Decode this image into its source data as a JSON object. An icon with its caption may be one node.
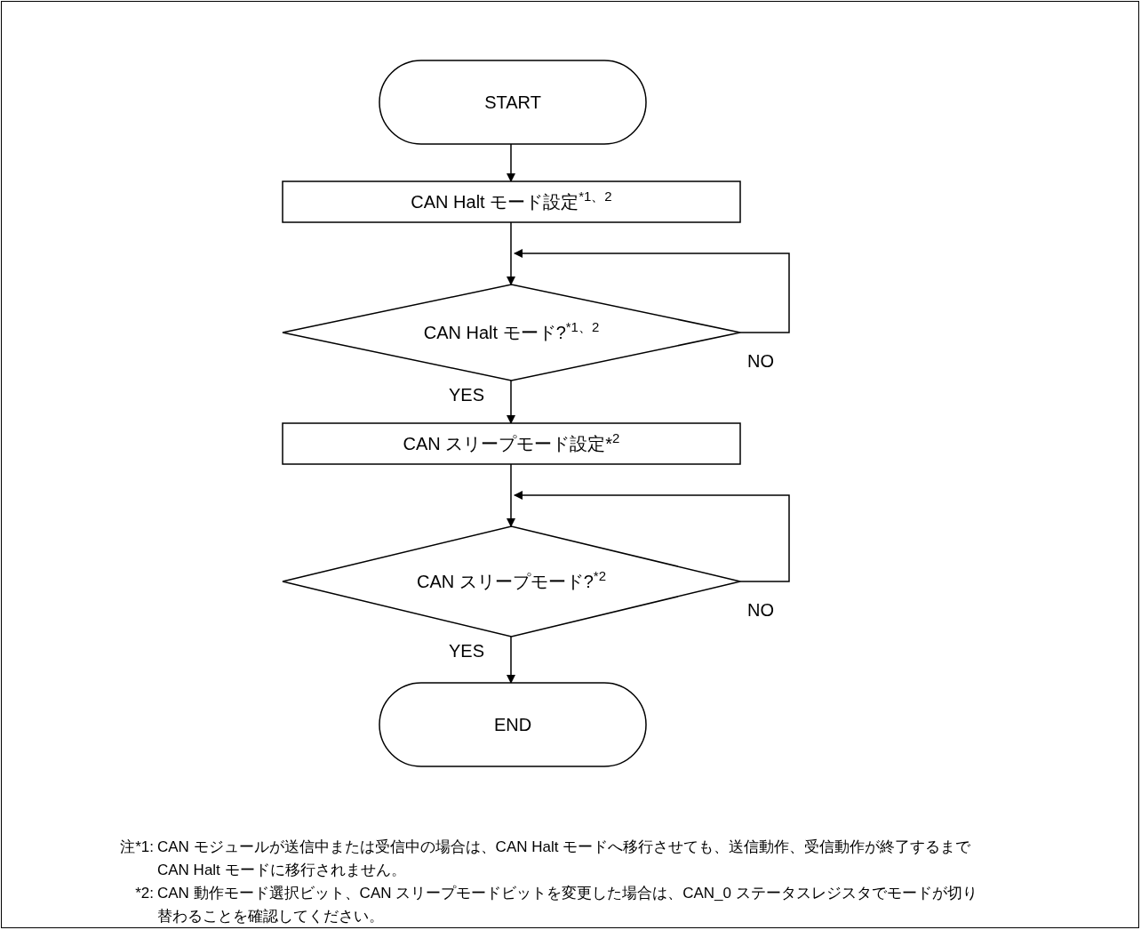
{
  "diagram": {
    "nodes": [
      {
        "text": [
          "START"
        ]
      },
      {
        "text": [
          "CAN Halt モード設定$^{*1、2}$"
        ]
      },
      {
        "text": [
          "CAN Halt モード?$^{*1、2}$"
        ]
      },
      {
        "text": [
          "CAN スリープモード設定*$^{2}$"
        ]
      },
      {
        "text": [
          "CAN スリープモード?$^{*2}$"
        ]
      },
      {
        "text": [
          "END"
        ]
      }
    ],
    "edges": [
      {
        "from": 0,
        "to": 1,
        "arrow": "to"
      },
      {
        "from": 1,
        "to": 2,
        "arrow": "to"
      },
      {
        "from": 2,
        "to": 3,
        "arrow": "to",
        "label": "YES"
      },
      {
        "from": 2,
        "to": 2,
        "arrow": "to",
        "label": "NO"
      },
      {
        "from": 3,
        "to": 4,
        "arrow": "to"
      },
      {
        "from": 4,
        "to": 5,
        "arrow": "to",
        "label": "YES"
      },
      {
        "from": 4,
        "to": 4,
        "arrow": "to",
        "label": "NO"
      }
    ],
    "labels": [
      "注*1:",
      "CAN モジュールが送信中または受信中の場合は、CAN Halt モードへ移行させても、送信動作、受信動作が終了するまで CAN Halt モードに移行されません。",
      "*2:",
      "CAN 動作モード選択ビット、CAN スリープモードビットを変更した場合は、CAN_0 ステータスレジスタでモードが切り替わることを確認してください。"
    ]
  }
}
